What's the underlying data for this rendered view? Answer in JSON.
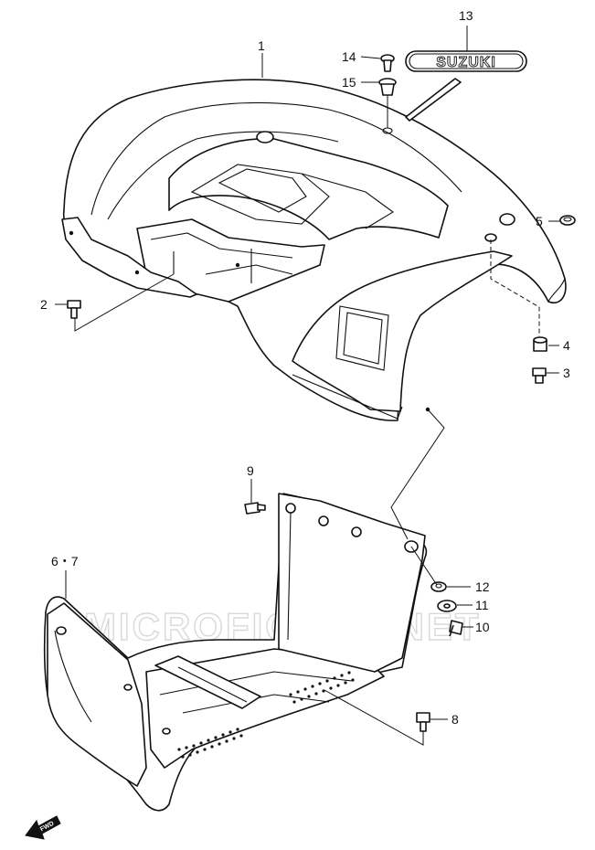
{
  "diagram": {
    "watermark_text": "MICROFICHES.NET",
    "brand_badge": "SUZUKI",
    "fwd_label": "FWD",
    "callouts": [
      {
        "id": "c1",
        "label": "1"
      },
      {
        "id": "c2",
        "label": "2"
      },
      {
        "id": "c3",
        "label": "3"
      },
      {
        "id": "c4",
        "label": "4"
      },
      {
        "id": "c5",
        "label": "5"
      },
      {
        "id": "c6",
        "label": "6・7"
      },
      {
        "id": "c8",
        "label": "8"
      },
      {
        "id": "c9",
        "label": "9"
      },
      {
        "id": "c10",
        "label": "10"
      },
      {
        "id": "c11",
        "label": "11"
      },
      {
        "id": "c12",
        "label": "12"
      },
      {
        "id": "c13",
        "label": "13"
      },
      {
        "id": "c14",
        "label": "14"
      },
      {
        "id": "c15",
        "label": "15"
      }
    ]
  }
}
